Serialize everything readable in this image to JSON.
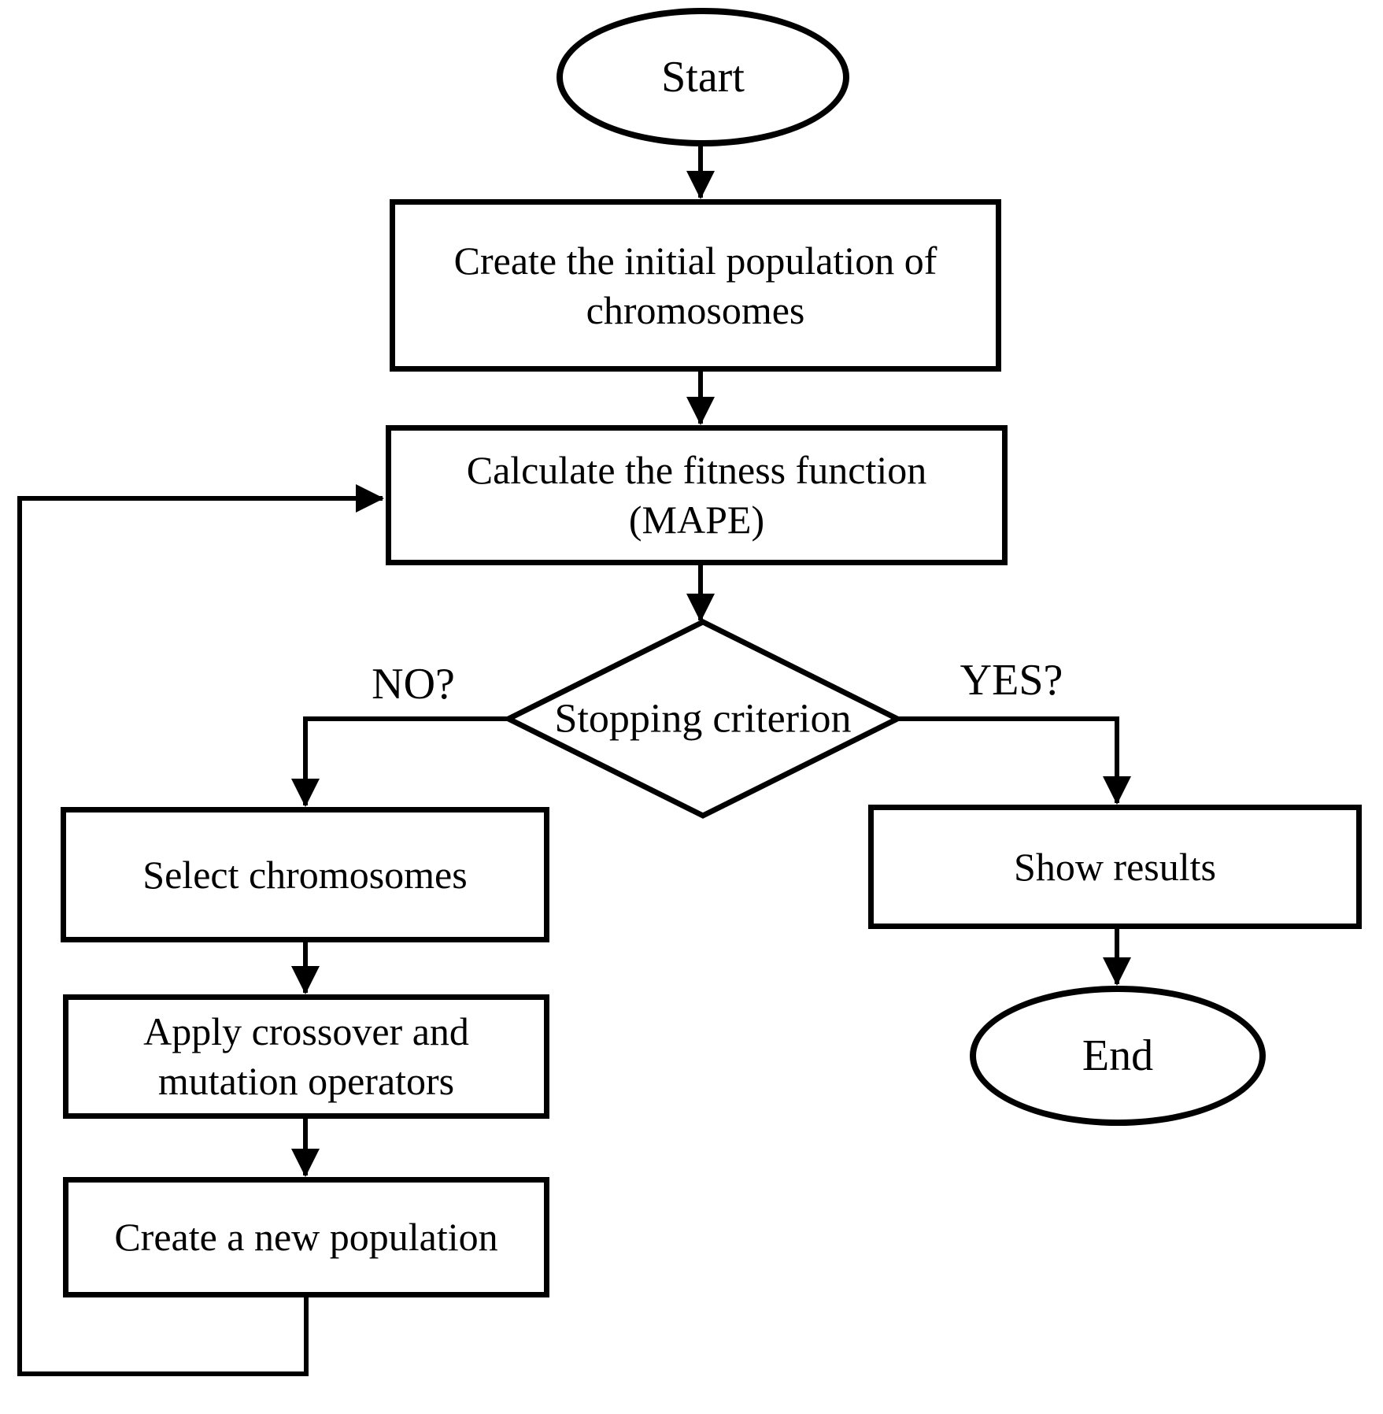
{
  "diagram": {
    "type": "flowchart",
    "colors": {
      "background": "#ffffff",
      "stroke": "#000000",
      "text": "#000000"
    },
    "nodes": {
      "start": {
        "shape": "terminator",
        "label": "Start"
      },
      "create_initial_population": {
        "shape": "process",
        "label": "Create the initial population of chromosomes"
      },
      "calculate_fitness": {
        "shape": "process",
        "label": "Calculate the fitness function (MAPE)"
      },
      "stopping_criterion": {
        "shape": "decision",
        "label": "Stopping criterion"
      },
      "select_chromosomes": {
        "shape": "process",
        "label": "Select chromosomes"
      },
      "apply_crossover_mutation": {
        "shape": "process",
        "label": "Apply crossover and mutation operators"
      },
      "create_new_population": {
        "shape": "process",
        "label": "Create a new population"
      },
      "show_results": {
        "shape": "process",
        "label": "Show results"
      },
      "end": {
        "shape": "terminator",
        "label": "End"
      }
    },
    "branches": {
      "no": {
        "label": "NO?",
        "from": "stopping_criterion",
        "to": "select_chromosomes"
      },
      "yes": {
        "label": "YES?",
        "from": "stopping_criterion",
        "to": "show_results"
      }
    },
    "edges": [
      {
        "from": "start",
        "to": "create_initial_population"
      },
      {
        "from": "create_initial_population",
        "to": "calculate_fitness"
      },
      {
        "from": "calculate_fitness",
        "to": "stopping_criterion"
      },
      {
        "from": "stopping_criterion",
        "to": "select_chromosomes",
        "branch": "no"
      },
      {
        "from": "select_chromosomes",
        "to": "apply_crossover_mutation"
      },
      {
        "from": "apply_crossover_mutation",
        "to": "create_new_population"
      },
      {
        "from": "create_new_population",
        "to": "calculate_fitness"
      },
      {
        "from": "stopping_criterion",
        "to": "show_results",
        "branch": "yes"
      },
      {
        "from": "show_results",
        "to": "end"
      }
    ]
  }
}
